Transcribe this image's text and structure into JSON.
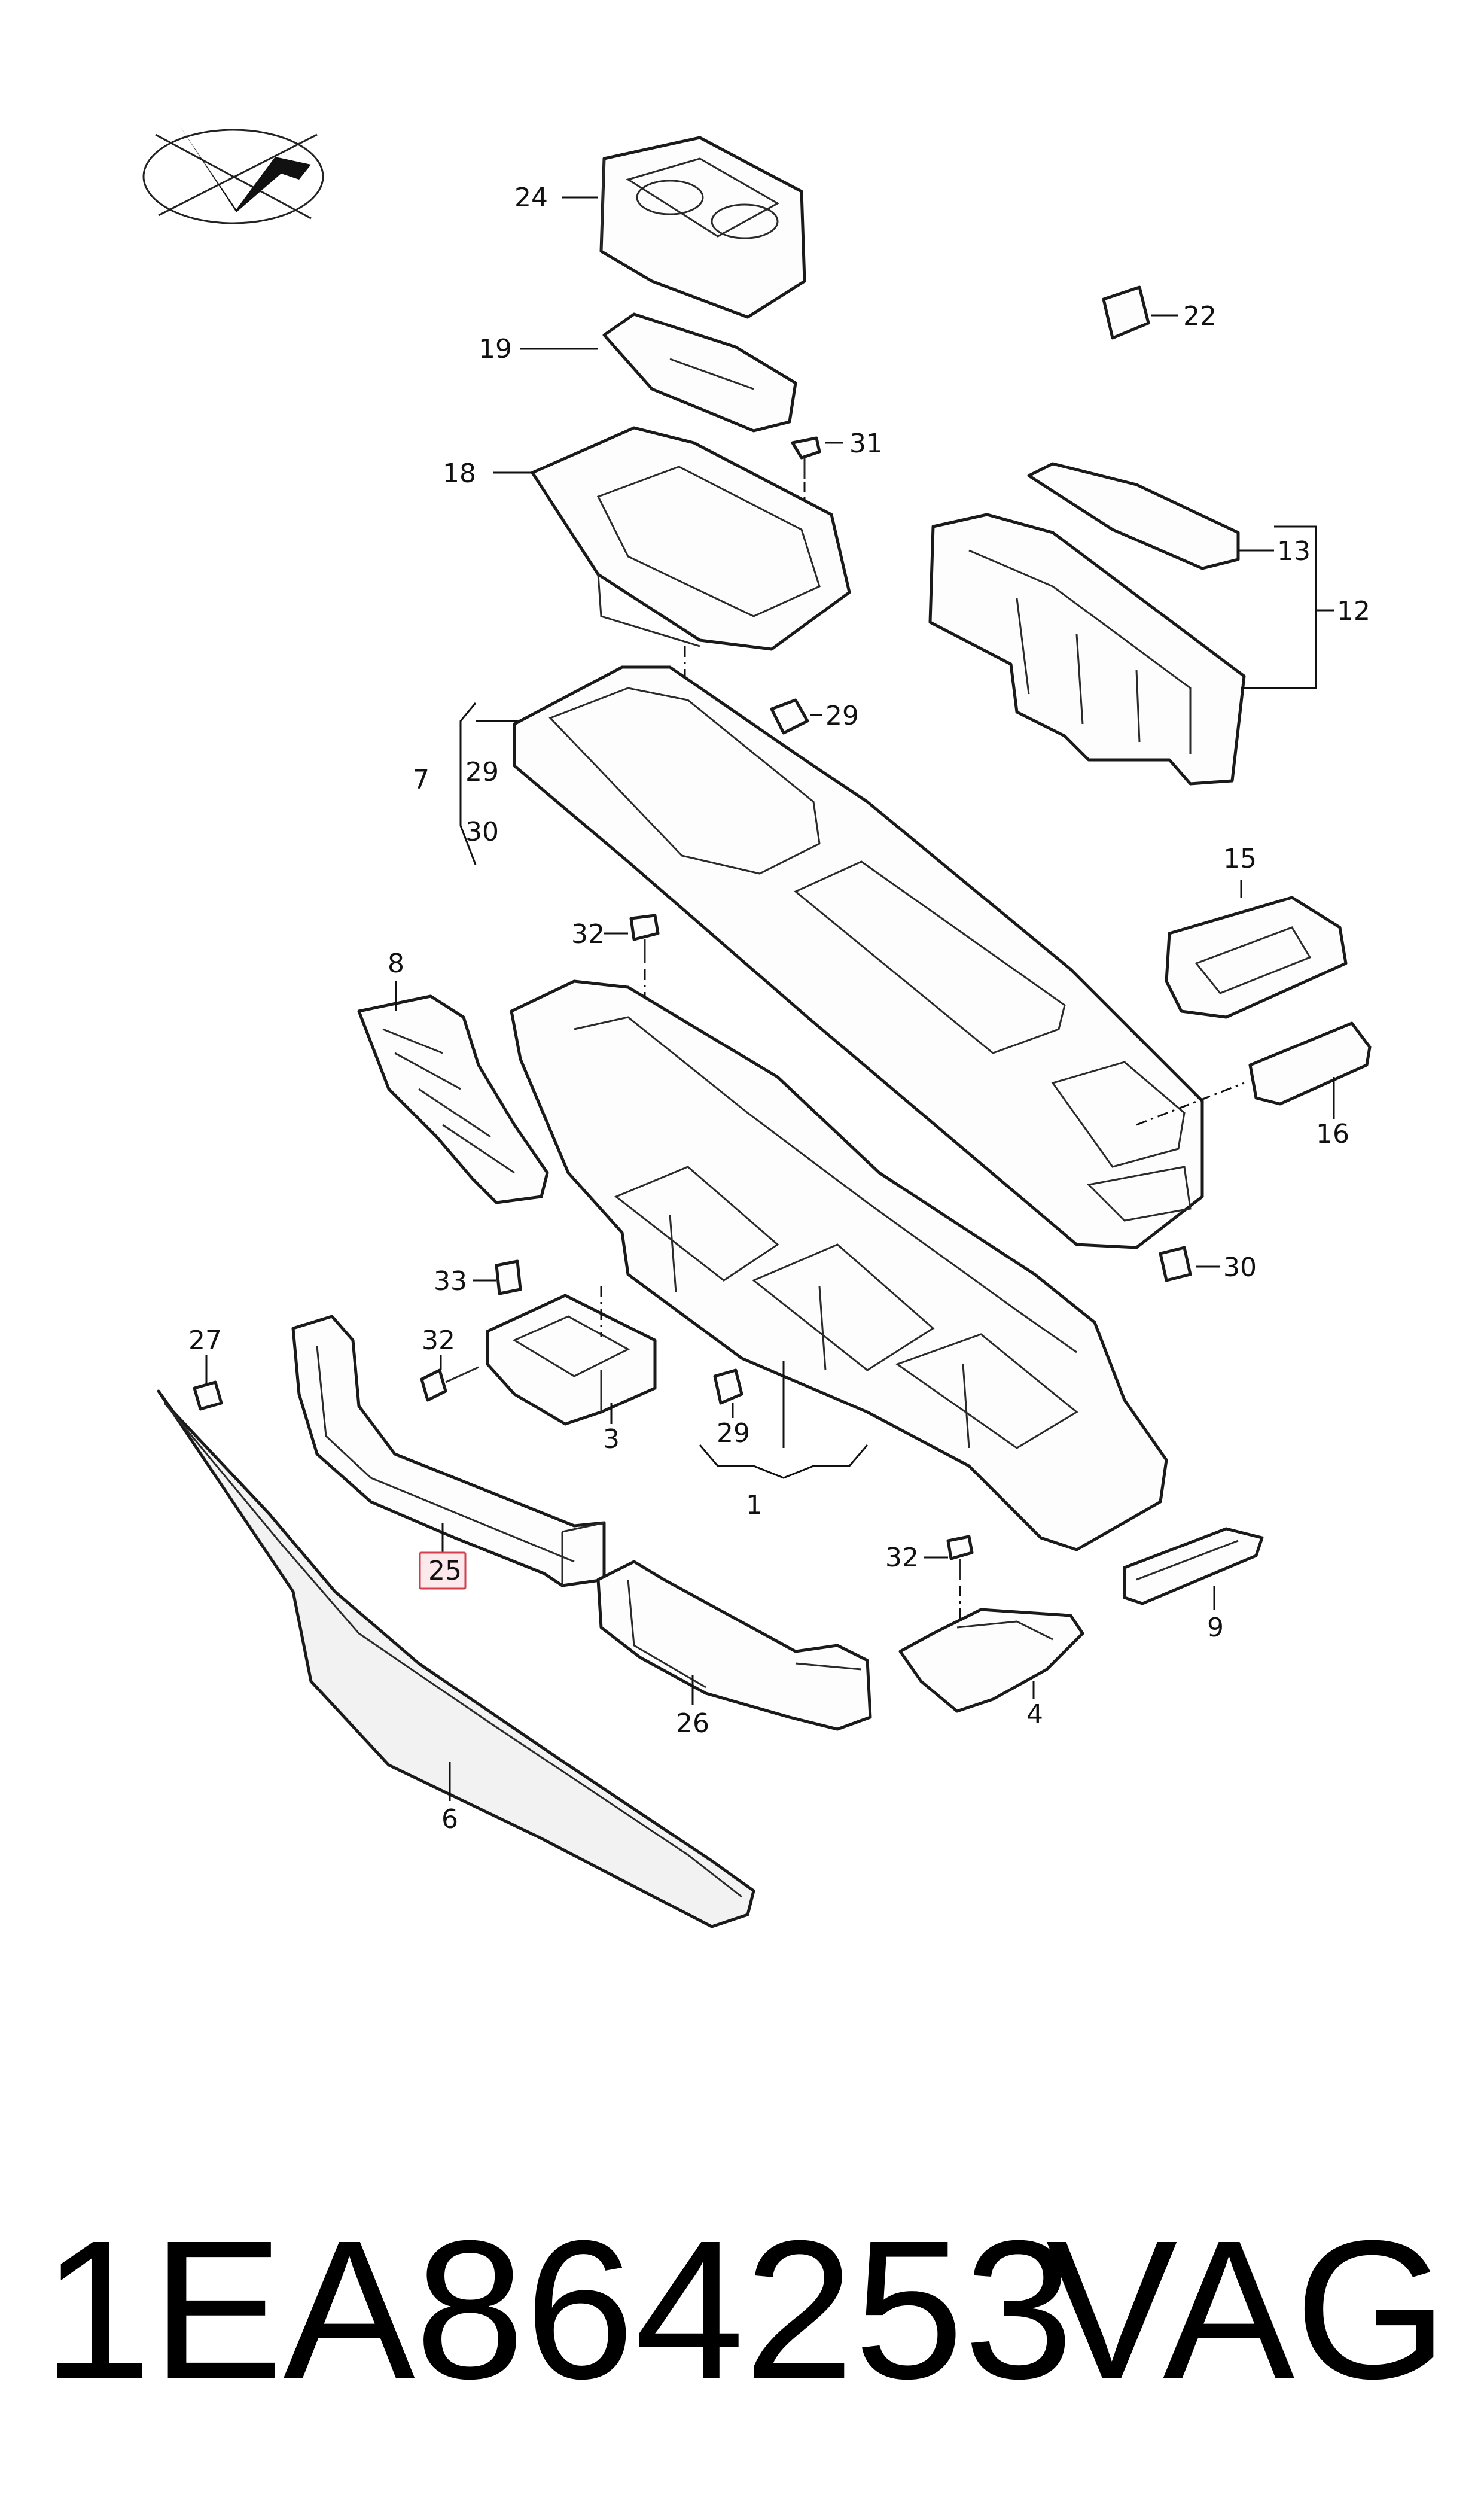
{
  "diagram": {
    "callouts": {
      "c1": "1",
      "c3": "3",
      "c4": "4",
      "c6": "6",
      "c7": "7",
      "c8": "8",
      "c9": "9",
      "c12": "12",
      "c13": "13",
      "c15": "15",
      "c16": "16",
      "c18": "18",
      "c19": "19",
      "c22": "22",
      "c24": "24",
      "c25": "25",
      "c26": "26",
      "c27": "27",
      "c29a": "29",
      "c29b": "29",
      "c29c": "29",
      "c30a": "30",
      "c30b": "30",
      "c31": "31",
      "c32a": "32",
      "c32b": "32",
      "c32c": "32",
      "c33": "33"
    },
    "highlighted_callout": "25",
    "highlight_color": "#d2404f"
  },
  "footer": {
    "part_number": "1EA864253",
    "brand": "VAG"
  }
}
